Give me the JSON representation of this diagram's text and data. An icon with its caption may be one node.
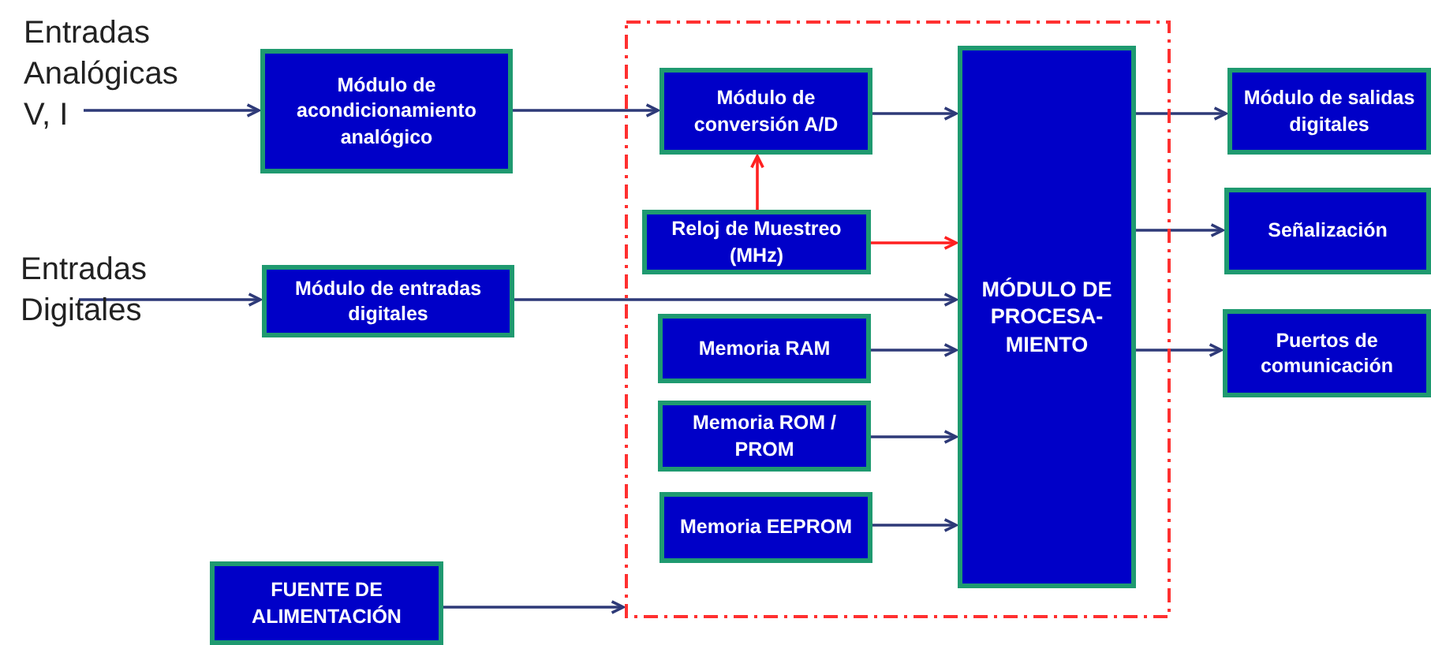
{
  "diagram": {
    "nodes": [
      {
        "text": [
          "Entradas Analógicas V, I"
        ]
      },
      {
        "text": [
          "Módulo de acondicionamiento analógico"
        ]
      },
      {
        "text": [
          "Entradas Digitales"
        ]
      },
      {
        "text": [
          "Módulo de entradas digitales"
        ]
      },
      {
        "text": [],
        "shape": "box"
      },
      {
        "text": [
          "Módulo de conversión A/D"
        ],
        "in": 4
      },
      {
        "text": [
          "Reloj de Muestreo (MHz)"
        ],
        "in": 4
      },
      {
        "text": [
          "Memoria RAM"
        ],
        "in": 4
      },
      {
        "text": [
          "Memoria ROM / PROM"
        ],
        "in": 4
      },
      {
        "text": [
          "Memoria EEPROM"
        ],
        "in": 4
      },
      {
        "text": [
          "MÓDULO DE PROCESA- MIENTO"
        ],
        "in": 4
      },
      {
        "text": [
          "Módulo de salidas digitales"
        ]
      },
      {
        "text": [
          "Señalización"
        ]
      },
      {
        "text": [
          "Puertos de comunicación"
        ]
      },
      {
        "text": [
          "FUENTE DE ALIMENTACIÓN"
        ]
      }
    ],
    "edges": [
      {
        "from": 0,
        "to": 1,
        "arrow": "to"
      },
      {
        "from": 2,
        "to": 3,
        "arrow": "to"
      },
      {
        "from": 1,
        "to": 5,
        "arrow": "to"
      },
      {
        "from": 3,
        "to": 10,
        "arrow": "to"
      },
      {
        "from": 5,
        "to": 10,
        "arrow": "to"
      },
      {
        "from": 6,
        "to": 5,
        "arrow": "to",
        "color": "#ff2020"
      },
      {
        "from": 6,
        "to": 10,
        "arrow": "to",
        "color": "#ff2020"
      },
      {
        "from": 7,
        "to": 10,
        "arrow": "to"
      },
      {
        "from": 8,
        "to": 10,
        "arrow": "to"
      },
      {
        "from": 9,
        "to": 10,
        "arrow": "to"
      },
      {
        "from": 10,
        "to": 11,
        "arrow": "to"
      },
      {
        "from": 10,
        "to": 12,
        "arrow": "to"
      },
      {
        "from": 10,
        "to": 13,
        "arrow": "to"
      },
      {
        "from": 14,
        "to": 4,
        "arrow": "to"
      }
    ]
  }
}
